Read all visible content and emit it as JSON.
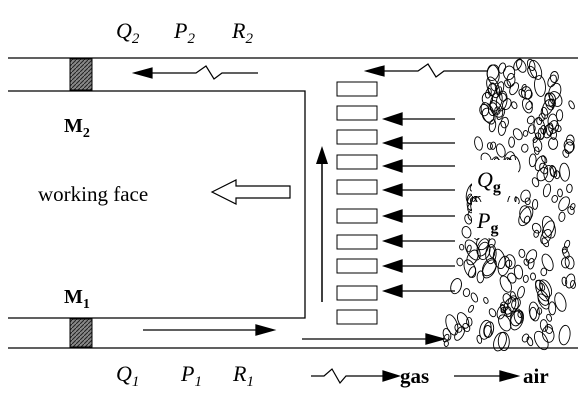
{
  "top_labels": {
    "q": "Q",
    "q_sub": "2",
    "p": "P",
    "p_sub": "2",
    "r": "R",
    "r_sub": "2"
  },
  "bottom_labels": {
    "q": "Q",
    "q_sub": "1",
    "p": "P",
    "p_sub": "1",
    "r": "R",
    "r_sub": "1"
  },
  "m2": {
    "main": "M",
    "sub": "2"
  },
  "m1": {
    "main": "M",
    "sub": "1"
  },
  "working_face": "working face",
  "goaf_labels": {
    "qg": "Q",
    "qg_sub": "g",
    "pg": "P",
    "pg_sub": "g"
  },
  "legend": {
    "gas": "gas",
    "air": "air"
  },
  "colors": {
    "line": "#000000",
    "regulator_fill": "#555555",
    "background": "#ffffff"
  }
}
